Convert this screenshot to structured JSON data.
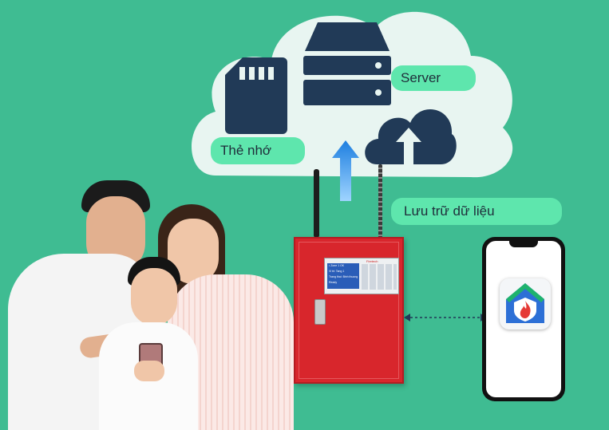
{
  "labels": {
    "memory_card": "Thẻ nhớ",
    "server": "Server",
    "data_storage": "Lưu trữ dữ liệu"
  },
  "panel_screen": {
    "line1": "• Zone 1 OK",
    "line2": "Vi tri: Tang 1",
    "line3": "Trang thai: Binh thuong",
    "line4": "Ready"
  },
  "panel_brand": "Firetech",
  "colors": {
    "background": "#3fbc92",
    "cloud": "#e8f5f1",
    "icon_navy": "#213a57",
    "pill": "#5ee6ad",
    "panel_red": "#d8262c",
    "arrow_blue": "#2f8fe8"
  },
  "icons": [
    "memory-card-icon",
    "server-icon",
    "cloud-upload-icon",
    "upload-arrow-icon",
    "fire-app-icon"
  ]
}
